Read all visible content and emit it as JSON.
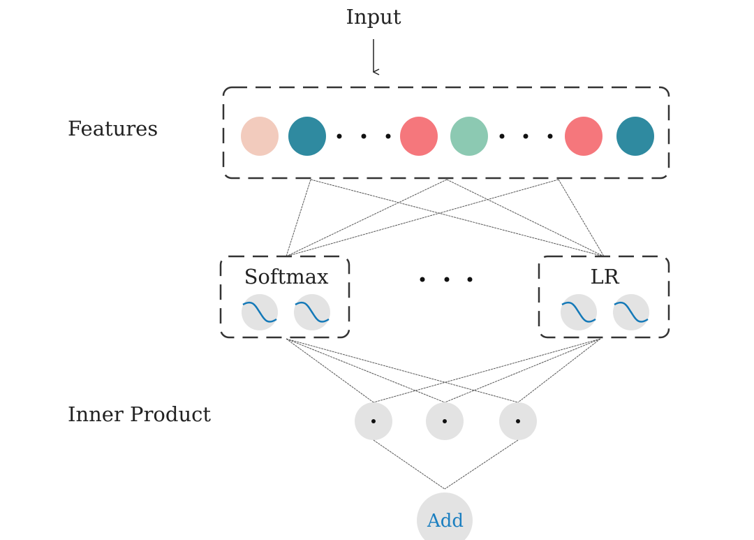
{
  "labels": {
    "input": "Input",
    "features": "Features",
    "softmax": "Softmax",
    "lr": "LR",
    "inner_product": "Inner Product",
    "add": "Add"
  },
  "features": {
    "colors": [
      "#f2cbbd",
      "#2f8aa0",
      "#f5777c",
      "#8cc9b2",
      "#f5777c",
      "#2f8aa0"
    ]
  },
  "colors": {
    "add_text": "#1b7fc0",
    "node_gray": "#e3e3e3",
    "sigmoid_curve": "#1479b8"
  }
}
